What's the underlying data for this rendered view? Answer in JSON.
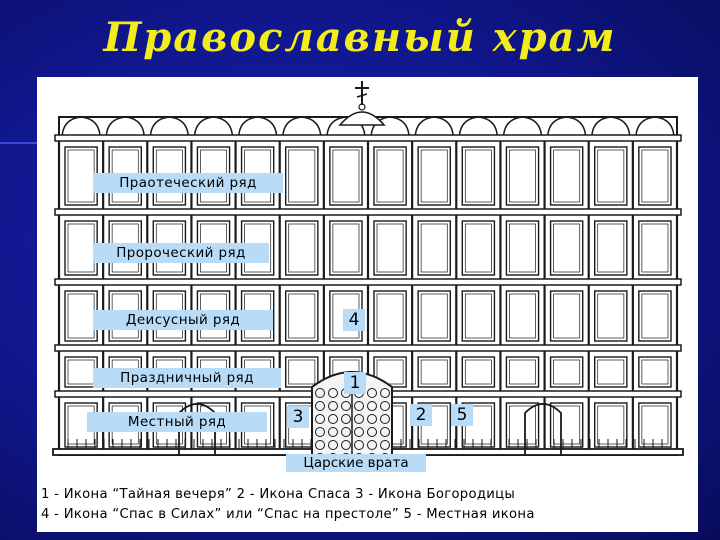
{
  "title": "Православный храм",
  "diagram": {
    "rows": [
      {
        "label": "Праотеческий ряд"
      },
      {
        "label": "Пророческий ряд"
      },
      {
        "label": "Деисусный ряд"
      },
      {
        "label": "Праздничный ряд"
      },
      {
        "label": "Местный ряд"
      }
    ],
    "numbers": [
      "1",
      "2",
      "3",
      "4",
      "5"
    ],
    "royal_gates": "Царские врата",
    "legend": {
      "line1": "1 - Икона “Тайная вечеря”   2 - Икона Спаса   3 - Икона Богородицы",
      "line2": "4 - Икона “Спас в Силах” или “Спас на престоле”  5 - Местная икона"
    }
  },
  "colors": {
    "background": "#10168a",
    "title": "#f2ec1c",
    "label_bg": "#b8dcf8",
    "drawing": "#1a1a1a"
  }
}
